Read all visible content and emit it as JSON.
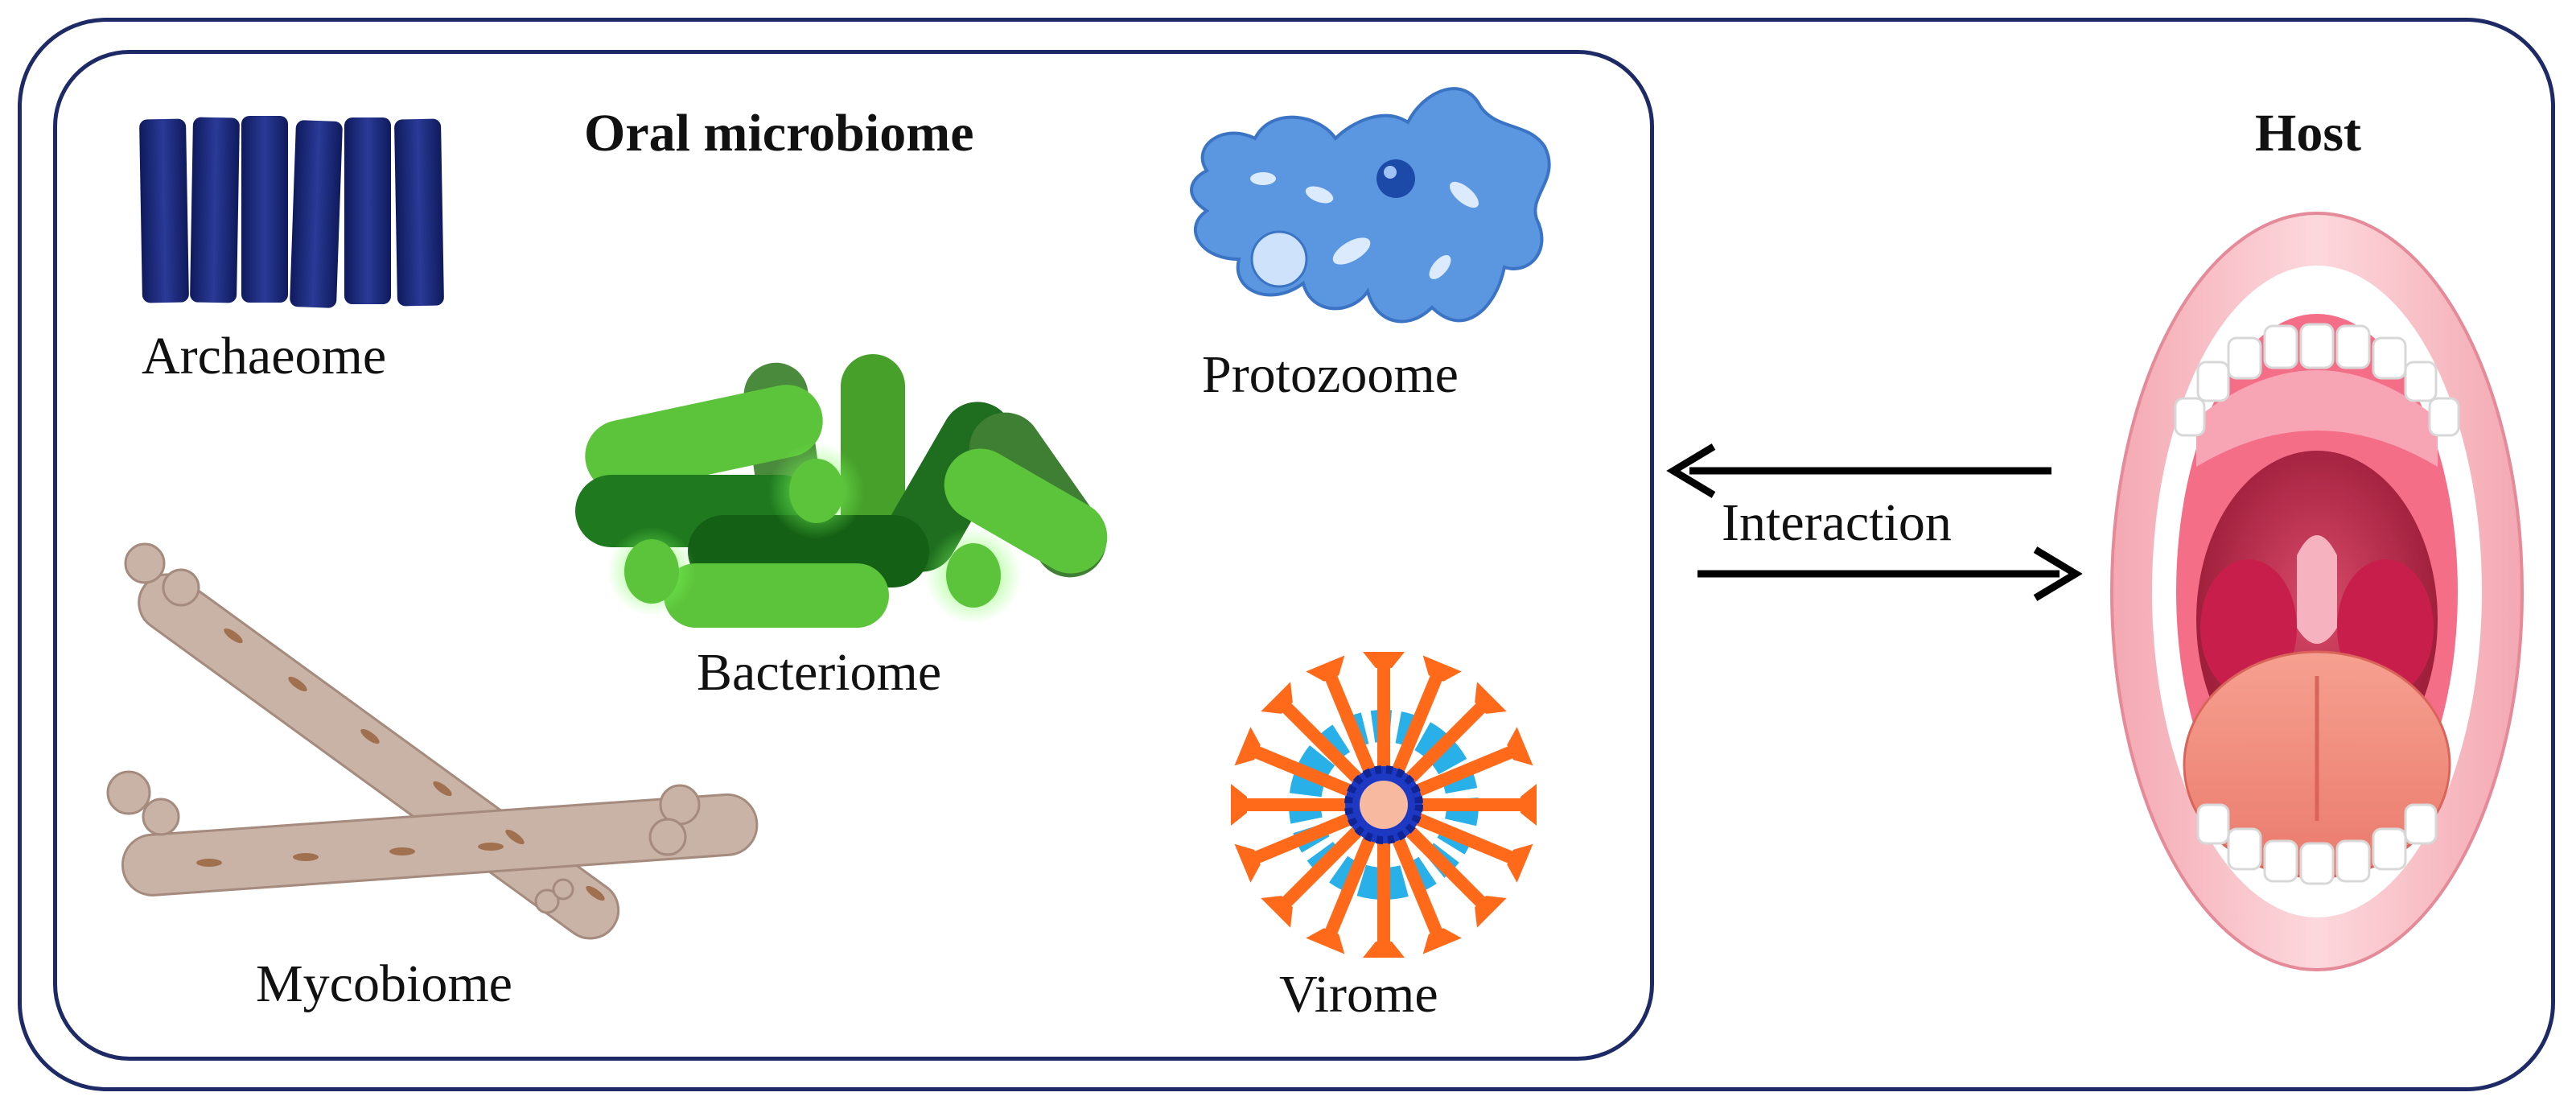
{
  "diagram": {
    "microbiome_title": "Oral microbiome",
    "host_title": "Host",
    "interaction_label": "Interaction",
    "components": {
      "archaeome": "Archaeome",
      "bacteriome": "Bacteriome",
      "protozoome": "Protozoome",
      "mycobiome": "Mycobiome",
      "virome": "Virome"
    }
  },
  "colors": {
    "frame": "#1d2a66",
    "archaea": "#1b2a78",
    "bacteria_light": "#5cc43a",
    "bacteria_dark": "#1f7a1f",
    "protozoa": "#5b96e0",
    "fungi": "#c9b2a6",
    "virus_spikes": "#ff6a1a",
    "virus_ring": "#2ab0e8",
    "mouth_gum": "#f7b7bf",
    "tongue": "#f08a7e"
  }
}
